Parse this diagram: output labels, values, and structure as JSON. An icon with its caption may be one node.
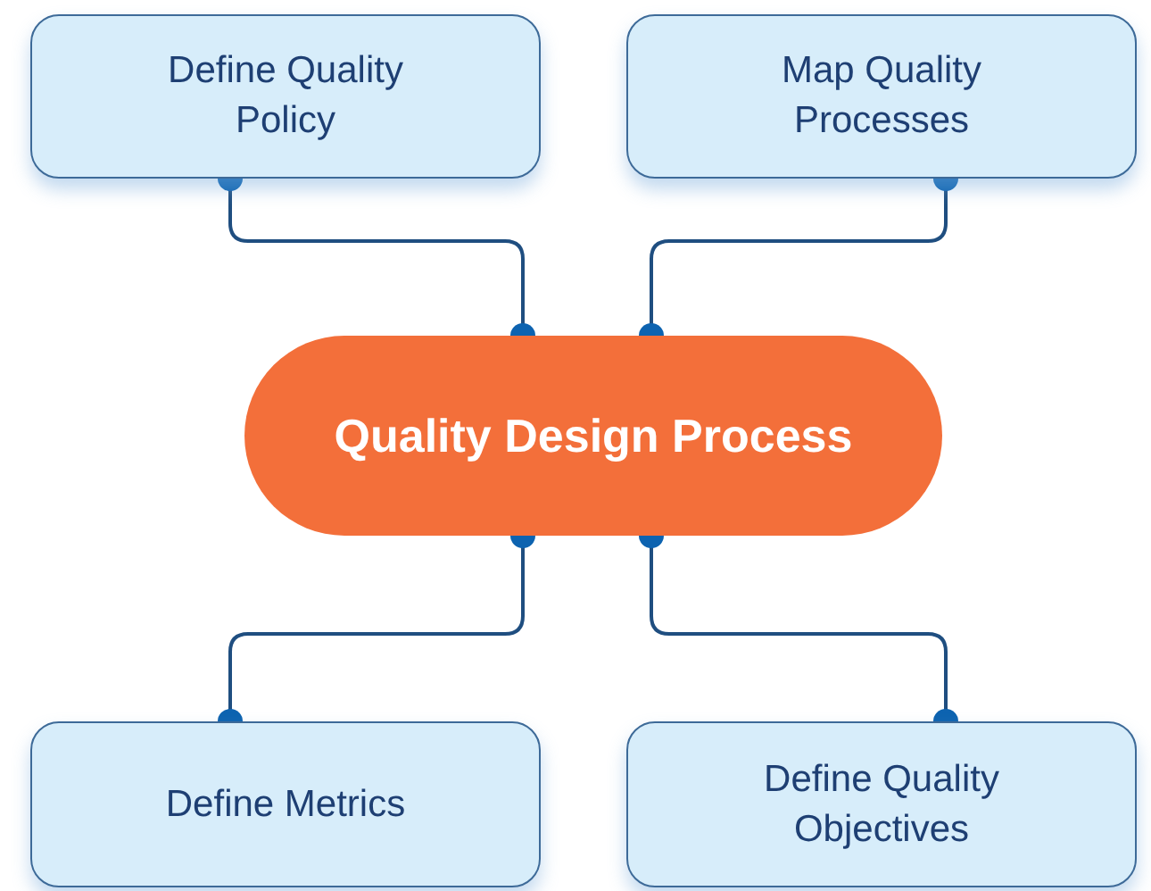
{
  "diagram": {
    "nodes": [
      {
        "text": [
          "Define Quality Policy"
        ]
      },
      {
        "text": [
          "Map Quality Processes"
        ]
      },
      {
        "text": [
          "Quality Design Process"
        ]
      },
      {
        "text": [
          "Define Metrics"
        ]
      },
      {
        "text": [
          "Define Quality Objectives"
        ]
      }
    ],
    "edges": [
      {
        "from": 0,
        "to": 2,
        "arrow": "other"
      },
      {
        "from": 1,
        "to": 2,
        "arrow": "other"
      },
      {
        "from": 2,
        "to": 3,
        "arrow": "other"
      },
      {
        "from": 2,
        "to": 4,
        "arrow": "other"
      }
    ]
  }
}
